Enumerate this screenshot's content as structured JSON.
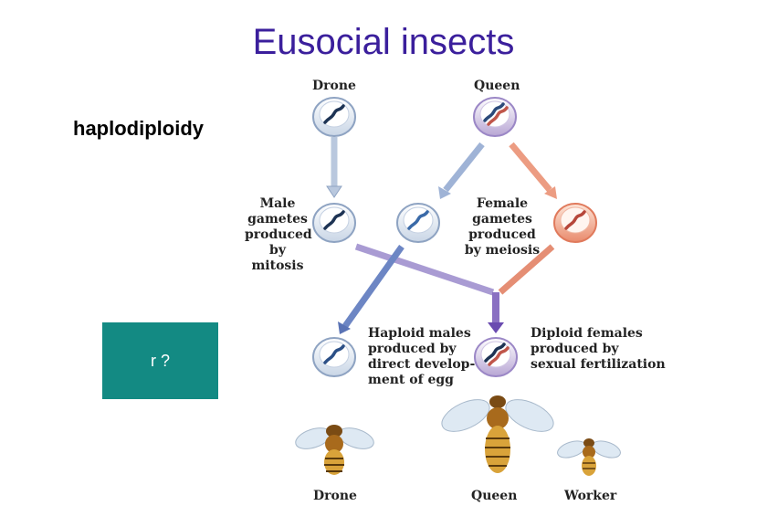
{
  "slide": {
    "title": "Eusocial insects",
    "subtitle": "haplodiploidy",
    "box_text": "r ?",
    "box_color": "#138a83",
    "title_color": "#3b1f9c"
  },
  "diagram": {
    "drone_label": "Drone",
    "queen_label": "Queen",
    "male_gametes_label": "Male\ngametes\nproduced\nby\nmitosis",
    "female_gametes_label": "Female\ngametes\nproduced\nby meiosis",
    "haploid_males_label": "Haploid males\nproduced by\ndirect develop-\nment of egg",
    "diploid_females_label": "Diploid females\nproduced by\nsexual fertilization",
    "bottom_drone": "Drone",
    "bottom_queen": "Queen",
    "bottom_worker": "Worker"
  }
}
